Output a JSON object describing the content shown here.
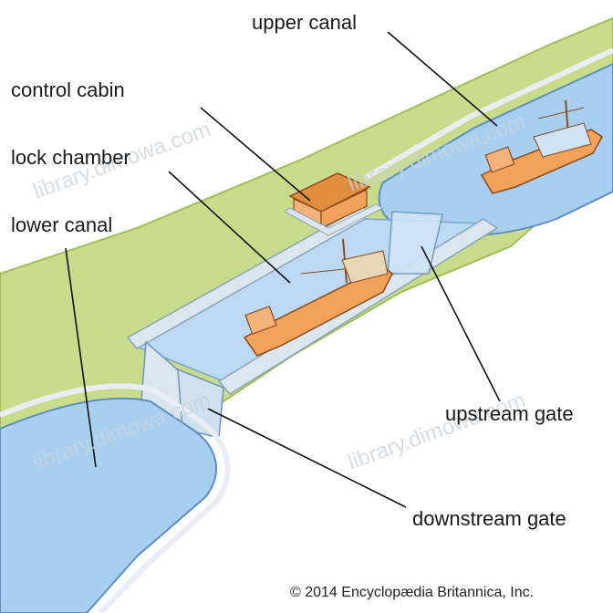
{
  "labels": {
    "upper_canal": "upper canal",
    "control_cabin": "control cabin",
    "lock_chamber": "lock chamber",
    "lower_canal": "lower canal",
    "upstream_gate": "upstream gate",
    "downstream_gate": "downstream gate"
  },
  "credit": "© 2014 Encyclopædia Britannica, Inc.",
  "watermark": "library.dimowa.com",
  "colors": {
    "land": "#c8dc8c",
    "land_edge": "#9fbf5a",
    "water": "#a9cff0",
    "water_deep": "#7fb3e3",
    "concrete": "#dce6ee",
    "boat": "#f0a25a",
    "cabin": "#f0a25a",
    "leader": "#111111"
  }
}
